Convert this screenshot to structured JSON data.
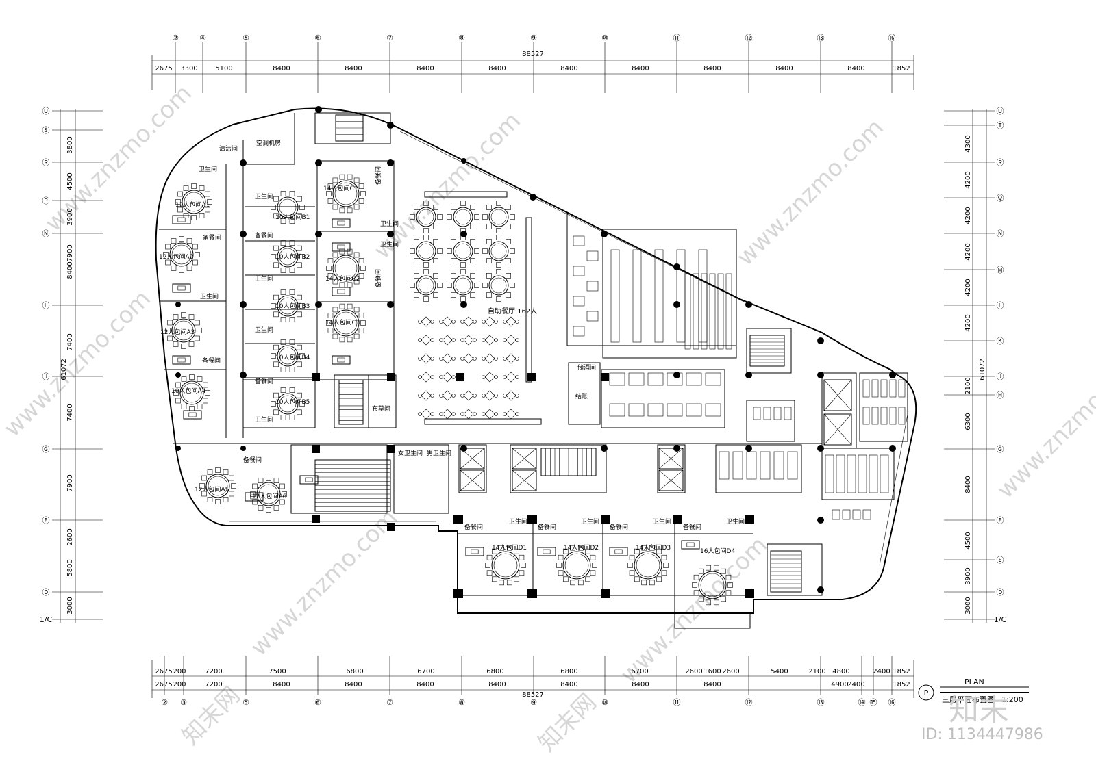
{
  "top_axes": [
    "②",
    "④",
    "⑤",
    "⑥",
    "⑦",
    "⑧",
    "⑨",
    "⑩",
    "⑪",
    "⑫",
    "⑬",
    "⑯"
  ],
  "top_total": "88527",
  "top_dims": [
    "2675",
    "3300",
    "5100",
    "8400",
    "8400",
    "8400",
    "8400",
    "8400",
    "8400",
    "8400",
    "8400",
    "8400",
    "1852"
  ],
  "bottom_axes": [
    "②",
    "③",
    "⑤",
    "⑥",
    "⑦",
    "⑧",
    "⑨",
    "⑩",
    "⑪",
    "⑫",
    "⑬",
    "⑭",
    "⑮",
    "⑯"
  ],
  "bottom_total": "88527",
  "bottom_dims_row1": [
    "2675",
    "200",
    "7200",
    "7500",
    "6800",
    "6700",
    "6800",
    "6800",
    "6700",
    "2600",
    "1600",
    "2600",
    "5400",
    "2100",
    "4800",
    "2400",
    "1852"
  ],
  "bottom_dims_row2": [
    "2675",
    "200",
    "7200",
    "8400",
    "8400",
    "8400",
    "8400",
    "8400",
    "8400",
    "8400",
    "4900",
    "2400",
    "1852"
  ],
  "left_axes": [
    "Ⓤ",
    "Ⓢ",
    "Ⓡ",
    "Ⓟ",
    "Ⓝ",
    "Ⓛ",
    "Ⓙ",
    "Ⓖ",
    "Ⓕ",
    "Ⓓ",
    "1/C"
  ],
  "left_dims": [
    "3800",
    "4500",
    "3900",
    "7900",
    "8400",
    "7400",
    "7400",
    "7900",
    "2600",
    "5800",
    "3000"
  ],
  "left_total": "61072",
  "right_axes": [
    "Ⓤ",
    "Ⓣ",
    "Ⓡ",
    "Ⓠ",
    "Ⓝ",
    "Ⓜ",
    "Ⓛ",
    "Ⓚ",
    "Ⓙ",
    "Ⓗ",
    "Ⓖ",
    "Ⓕ",
    "Ⓔ",
    "Ⓓ",
    "1/C"
  ],
  "right_dims": [
    "4300",
    "4200",
    "4200",
    "4200",
    "4200",
    "4200",
    "2100",
    "6300",
    "8400",
    "4500",
    "3900",
    "3000"
  ],
  "right_total": "61072",
  "rooms": {
    "ac_room": "空调机房",
    "cleaning": "清洁间",
    "toilet": "卫生间",
    "prep": "备餐间",
    "a1": "12人包间A1",
    "a2": "12人包间A2",
    "a3": "12人包间A3",
    "a4": "10人包间A4",
    "a5": "12人包间A5",
    "a6": "12人包间A6",
    "b1": "10人包间B1",
    "b2": "10人包间B2",
    "b3": "10人包间B3",
    "b4": "10人包间B4",
    "b5": "10人包间B5",
    "c1": "14人包间C1",
    "c2": "14人包间C2",
    "c3": "14人包间C3",
    "d1": "14人包间D1",
    "d2": "14人包间D2",
    "d3": "14人包间D3",
    "d4": "16人包间D4",
    "linen": "布草间",
    "buffet": "自助餐厅 162人",
    "wine": "储酒间",
    "cashier": "结账",
    "female_wc": "女卫生间",
    "male_wc": "男卫生间"
  },
  "title_block": {
    "symbol": "P",
    "plan": "PLAN",
    "name": "三层平面布置图",
    "scale": "1:200"
  },
  "watermark": {
    "site": "www.znzmo.com",
    "brand": "知末网",
    "logo": "知末",
    "id": "ID: 1134447986"
  }
}
